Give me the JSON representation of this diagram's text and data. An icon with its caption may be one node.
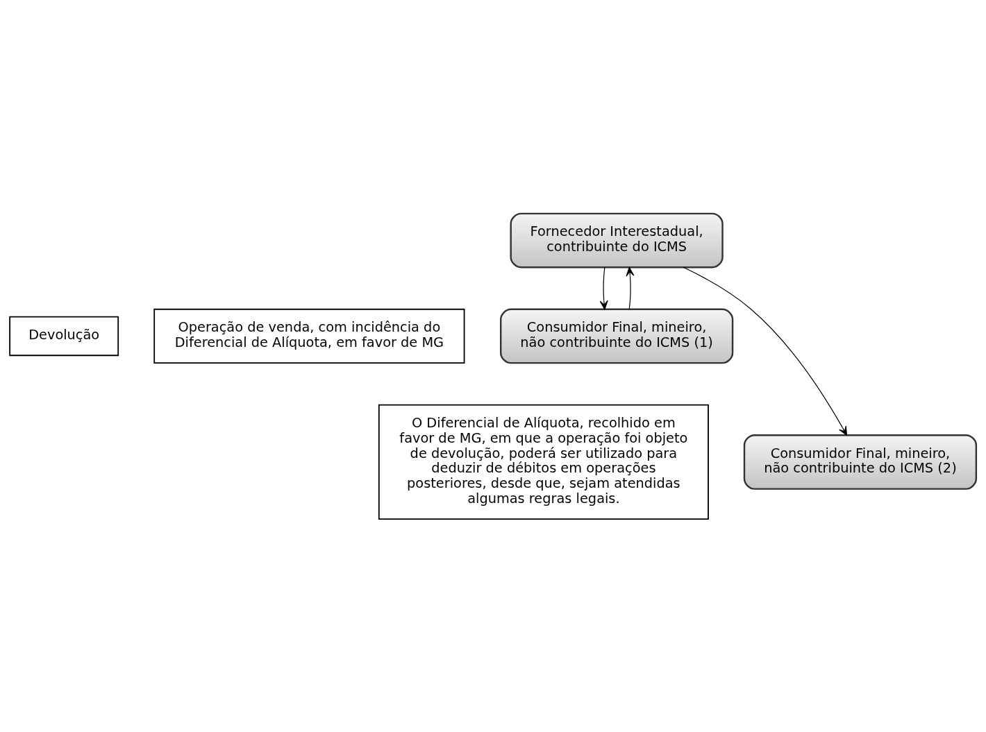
{
  "diagram": {
    "nodes": [
      {
        "text": [
          "Fornecedor Interestadual, contribuinte do ICMS"
        ]
      },
      {
        "text": [
          "Devolução"
        ]
      },
      {
        "text": [
          "Operação de venda, com incidência do Diferencial de Alíquota, em favor de MG"
        ]
      },
      {
        "text": [
          "Consumidor Final, mineiro, não contribuinte do ICMS (1)"
        ]
      },
      {
        "text": [
          "O Diferencial de Alíquota, recolhido em favor de MG, em que a operação foi objeto de devolução, poderá ser utilizado para deduzir de débitos em operações posteriores, desde que, sejam atendidas algumas regras legais."
        ]
      },
      {
        "text": [
          "Consumidor Final, mineiro, não contribuinte do ICMS (2)"
        ]
      }
    ],
    "edges": [
      {
        "from": 3,
        "to": 0,
        "arrow": "to"
      },
      {
        "from": 0,
        "to": 3,
        "arrow": "to"
      },
      {
        "from": 0,
        "to": 5,
        "arrow": "to"
      }
    ]
  }
}
